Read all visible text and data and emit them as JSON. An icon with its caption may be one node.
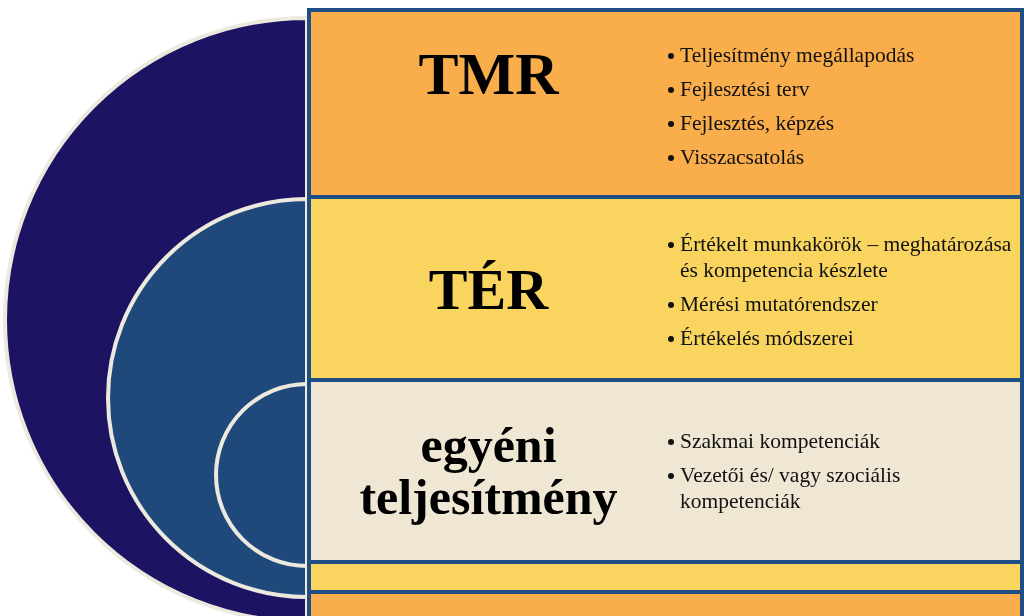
{
  "diagram": {
    "nodes": [
      {
        "text": [
          "TMR",
          "Teljesítmény megállapodás",
          "Fejlesztési terv",
          "Fejlesztés, képzés",
          "Visszacsatolás"
        ]
      },
      {
        "text": [
          "TÉR",
          "Értékelt munkakörök – meghatározása és kompetencia készlete",
          "Mérési mutatórendszer",
          "Értékelés módszerei"
        ],
        "in": 0
      },
      {
        "text": [
          "egyéni teljesítmény",
          "Szakmai kompetenciák",
          "Vezetői és/ vagy szociális kompetenciák"
        ],
        "in": 1
      }
    ]
  }
}
